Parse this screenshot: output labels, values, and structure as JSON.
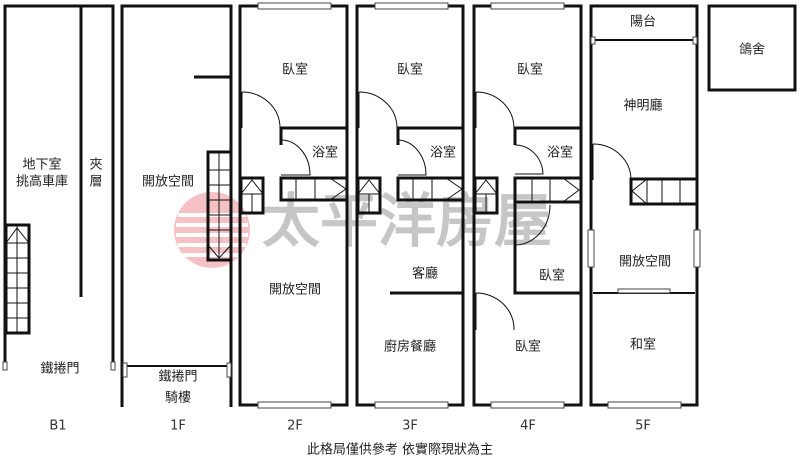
{
  "floors": {
    "b1": {
      "label": "B1",
      "basement": "地下室",
      "garage": "挑高車庫",
      "mezz1": "夾",
      "mezz2": "層",
      "shutter": "鐵捲門"
    },
    "f1": {
      "label": "1F",
      "open_space": "開放空間",
      "shutter": "鐵捲門",
      "arcade": "騎樓"
    },
    "f2": {
      "label": "2F",
      "bedroom": "臥室",
      "bath": "浴室",
      "open_space": "開放空間"
    },
    "f3": {
      "label": "3F",
      "bedroom": "臥室",
      "bath": "浴室",
      "living": "客廳",
      "kitchen_dining": "廚房餐廳"
    },
    "f4": {
      "label": "4F",
      "bedroom1": "臥室",
      "bath": "浴室",
      "bedroom2": "臥室",
      "bedroom3": "臥室"
    },
    "f5": {
      "label": "5F",
      "balcony": "陽台",
      "shrine": "神明廳",
      "open_space": "開放空間",
      "tatami": "和室"
    },
    "roof": {
      "pigeon_loft": "鴿舍"
    }
  },
  "footer_note": "此格局僅供參考  依實際現狀為主",
  "watermark": "太平洋房屋",
  "colors": {
    "wall": "#111111",
    "watermark_logo": "#e8505b",
    "watermark_text": "#999999"
  }
}
